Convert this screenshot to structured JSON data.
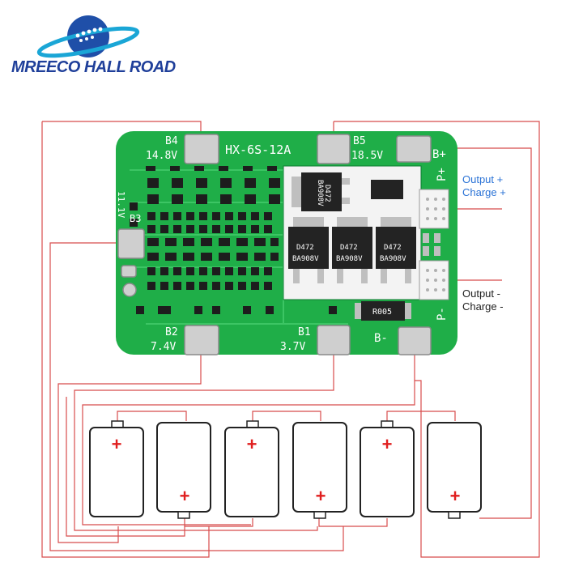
{
  "logo": {
    "text": "MREECO HALL ROAD"
  },
  "board": {
    "model": "HX-6S-12A",
    "pads": {
      "b4": {
        "name": "B4",
        "voltage": "14.8V"
      },
      "b5": {
        "name": "B5",
        "voltage": "18.5V"
      },
      "b3": {
        "name": "B3",
        "voltage": "11.1V"
      },
      "b2": {
        "name": "B2",
        "voltage": "7.4V"
      },
      "b1": {
        "name": "B1",
        "voltage": "3.7V"
      },
      "b_plus": "B+",
      "b_minus": "B-",
      "p_plus": "P+",
      "p_minus": "P-"
    },
    "components": {
      "mosfet_top": [
        "D472",
        "BA908V"
      ],
      "mosfet_1": [
        "D472",
        "BA908V"
      ],
      "mosfet_2": [
        "D472",
        "BA908V"
      ],
      "mosfet_3": [
        "D472",
        "BA908V"
      ],
      "resistor": "R005"
    }
  },
  "labels": {
    "output_plus": [
      "Output +",
      "Charge +"
    ],
    "output_minus": [
      "Output -",
      "Charge -"
    ]
  },
  "batteries": {
    "count": 6,
    "plus_symbol": "+"
  },
  "colors": {
    "pcb": "#1fae48",
    "pcb_dark": "#11903a",
    "wire": "#d84c4c",
    "plus": "#e01e1e",
    "label_blue": "#2b73d6",
    "logo": "#1f3f9a"
  }
}
